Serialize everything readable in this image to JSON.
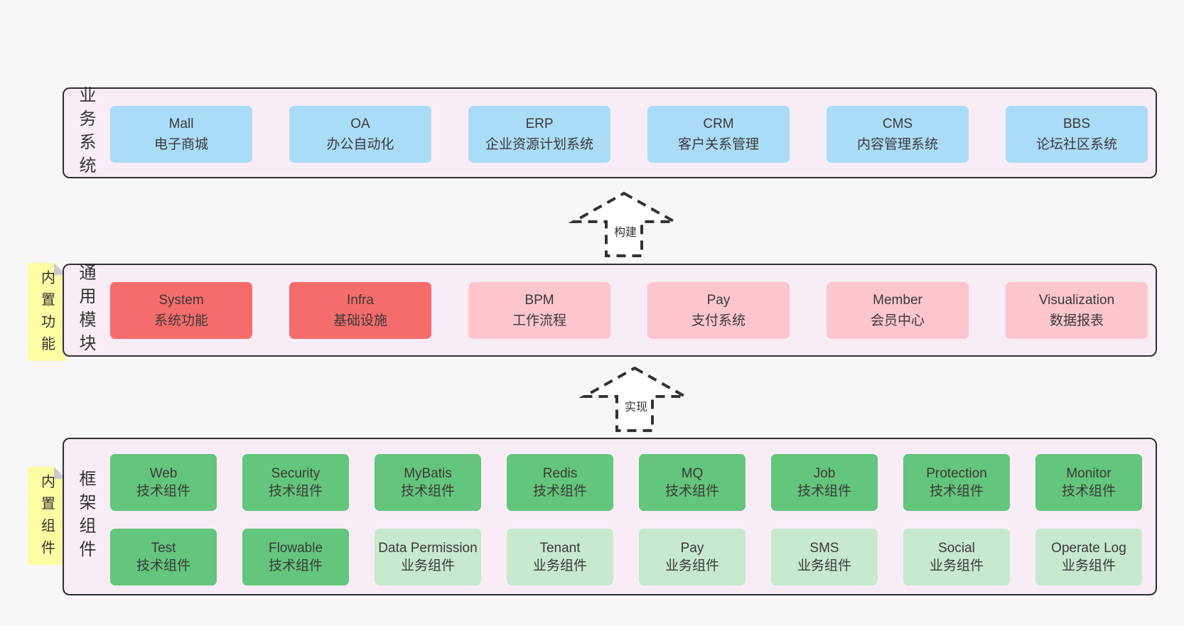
{
  "layers": {
    "business": {
      "label": "业务系统",
      "boxes": [
        {
          "name": "Mall",
          "subtitle": "电子商城"
        },
        {
          "name": "OA",
          "subtitle": "办公自动化"
        },
        {
          "name": "ERP",
          "subtitle": "企业资源计划系统"
        },
        {
          "name": "CRM",
          "subtitle": "客户关系管理"
        },
        {
          "name": "CMS",
          "subtitle": "内容管理系统"
        },
        {
          "name": "BBS",
          "subtitle": "论坛社区系统"
        }
      ]
    },
    "modules": {
      "label": "通用模块",
      "note": "内置功能",
      "boxes": [
        {
          "name": "System",
          "subtitle": "系统功能"
        },
        {
          "name": "Infra",
          "subtitle": "基础设施"
        },
        {
          "name": "BPM",
          "subtitle": "工作流程"
        },
        {
          "name": "Pay",
          "subtitle": "支付系统"
        },
        {
          "name": "Member",
          "subtitle": "会员中心"
        },
        {
          "name": "Visualization",
          "subtitle": "数据报表"
        }
      ]
    },
    "components": {
      "label": "框架组件",
      "note": "内置组件",
      "row1": [
        {
          "name": "Web",
          "subtitle": "技术组件"
        },
        {
          "name": "Security",
          "subtitle": "技术组件"
        },
        {
          "name": "MyBatis",
          "subtitle": "技术组件"
        },
        {
          "name": "Redis",
          "subtitle": "技术组件"
        },
        {
          "name": "MQ",
          "subtitle": "技术组件"
        },
        {
          "name": "Job",
          "subtitle": "技术组件"
        },
        {
          "name": "Protection",
          "subtitle": "技术组件"
        },
        {
          "name": "Monitor",
          "subtitle": "技术组件"
        }
      ],
      "row2": [
        {
          "name": "Test",
          "subtitle": "技术组件"
        },
        {
          "name": "Flowable",
          "subtitle": "技术组件"
        },
        {
          "name": "Data Permission",
          "subtitle": "业务组件"
        },
        {
          "name": "Tenant",
          "subtitle": "业务组件"
        },
        {
          "name": "Pay",
          "subtitle": "业务组件"
        },
        {
          "name": "SMS",
          "subtitle": "业务组件"
        },
        {
          "name": "Social",
          "subtitle": "业务组件"
        },
        {
          "name": "Operate Log",
          "subtitle": "业务组件"
        }
      ]
    }
  },
  "arrows": {
    "build": "构建",
    "implement": "实现"
  },
  "colors": {
    "page_bg": "#f7f7f7",
    "panel_bg": "#f8edf7",
    "panel_border": "#2f2f2f",
    "blue": "#abdcf7",
    "red": "#f56c6c",
    "pink": "#fcc6cc",
    "green": "#64c57c",
    "light_green": "#c7e9cd",
    "note_yellow": "#fdfda4",
    "note_fold": "#c9c9c9",
    "text": "#3a3a3a"
  }
}
